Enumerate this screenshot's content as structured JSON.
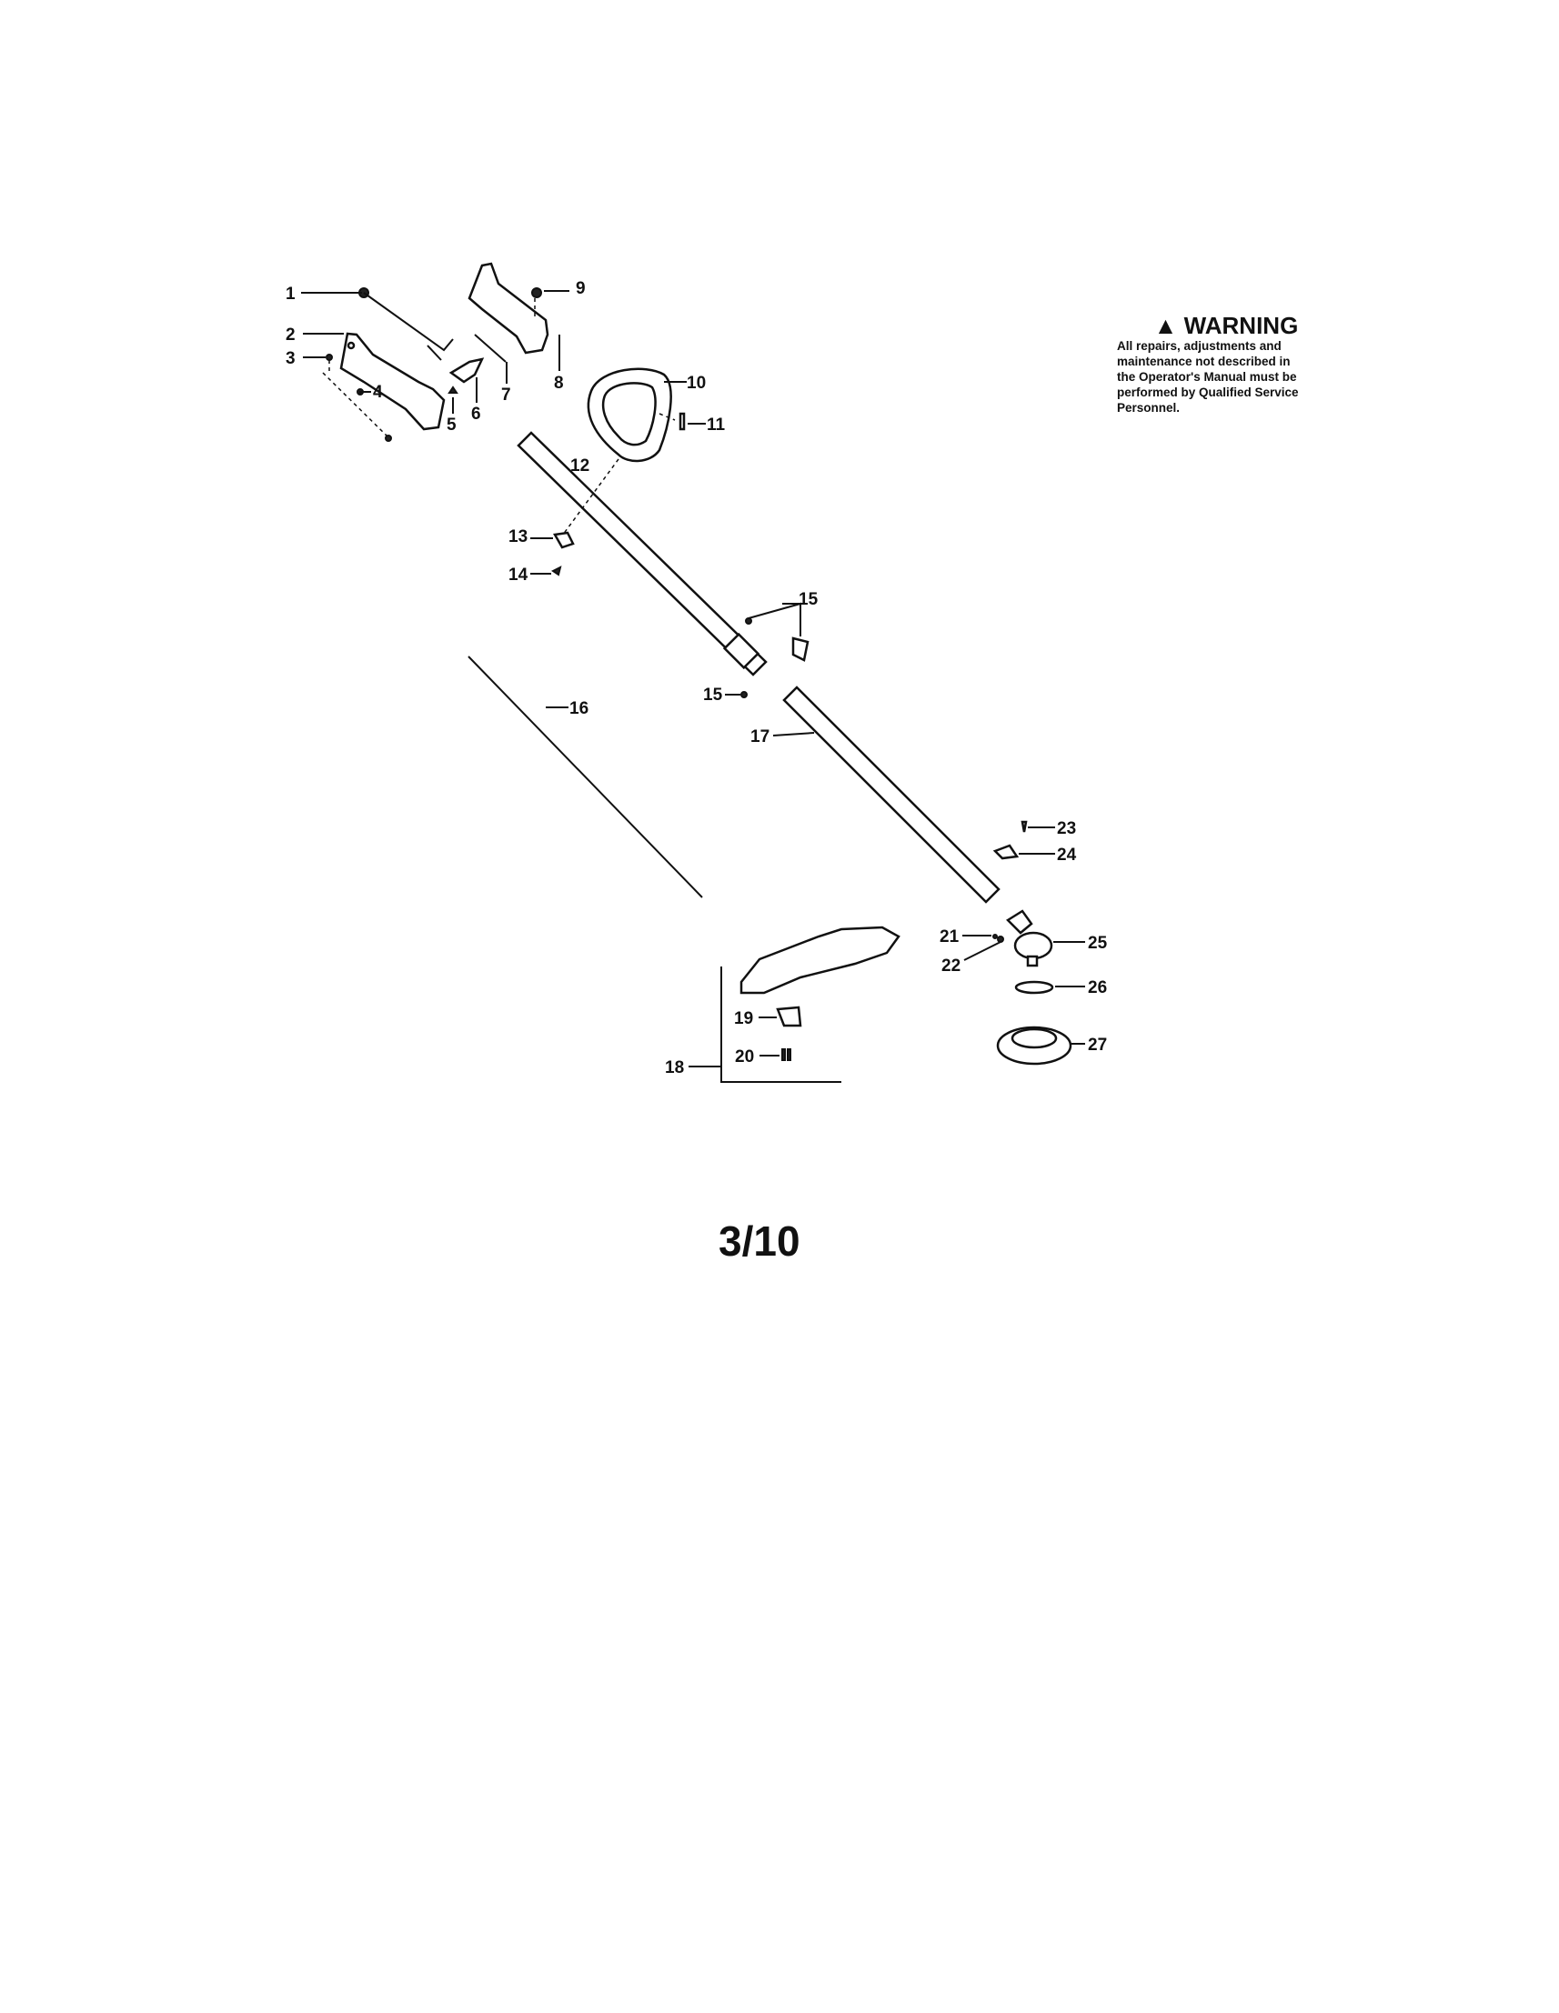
{
  "warning": {
    "title": "WARNING",
    "icon": "warning-triangle-icon",
    "lines": [
      "All repairs, adjustments and",
      "maintenance not described in",
      "the Operator's Manual must be",
      "performed by Qualified Service",
      "Personnel."
    ]
  },
  "page_number": "3/10",
  "callouts": [
    "1",
    "2",
    "3",
    "4",
    "5",
    "6",
    "7",
    "8",
    "9",
    "10",
    "11",
    "12",
    "13",
    "14",
    "15",
    "15",
    "16",
    "17",
    "18",
    "19",
    "20",
    "21",
    "22",
    "23",
    "24",
    "25",
    "26",
    "27"
  ]
}
